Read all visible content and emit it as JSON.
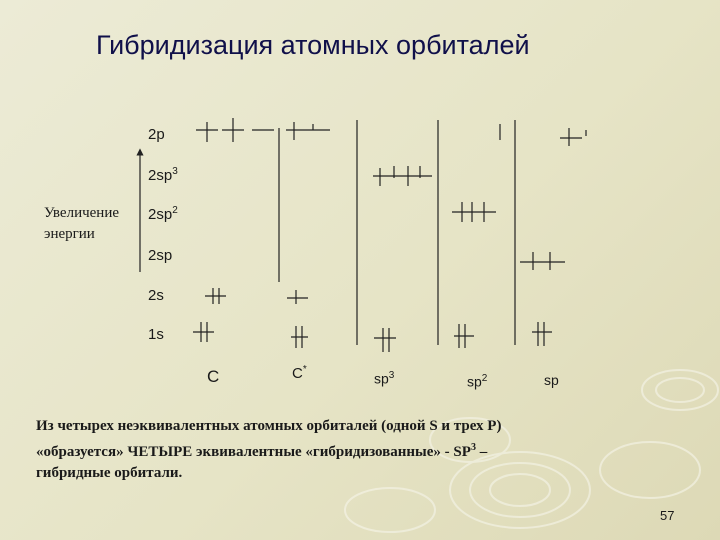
{
  "slide": {
    "title": "Гибридизация атомных орбиталей",
    "page_number": "57"
  },
  "diagram": {
    "axis_label_line1": "Увеличение",
    "axis_label_line2": "энергии",
    "levels": [
      {
        "label": "2p"
      },
      {
        "label": "2sp",
        "sup": "3"
      },
      {
        "label": "2sp",
        "sup": "2"
      },
      {
        "label": "2sp"
      },
      {
        "label": "2s"
      },
      {
        "label": "1s"
      }
    ],
    "columns": [
      {
        "label": "C"
      },
      {
        "label": "C",
        "sup": "*"
      },
      {
        "label": "sp",
        "sup": "3"
      },
      {
        "label": "sp",
        "sup": "2"
      },
      {
        "label": "sp"
      }
    ]
  },
  "body": {
    "line1": "Из четырех неэквивалентных атомных орбиталей (одной S  и трех P)",
    "line2_a": "«образуется» ЧЕТЫРЕ эквивалентные «гибридизованные» - SP",
    "line2_sup": "3",
    "line2_b": " –",
    "line3": "гибридные орбитали."
  }
}
